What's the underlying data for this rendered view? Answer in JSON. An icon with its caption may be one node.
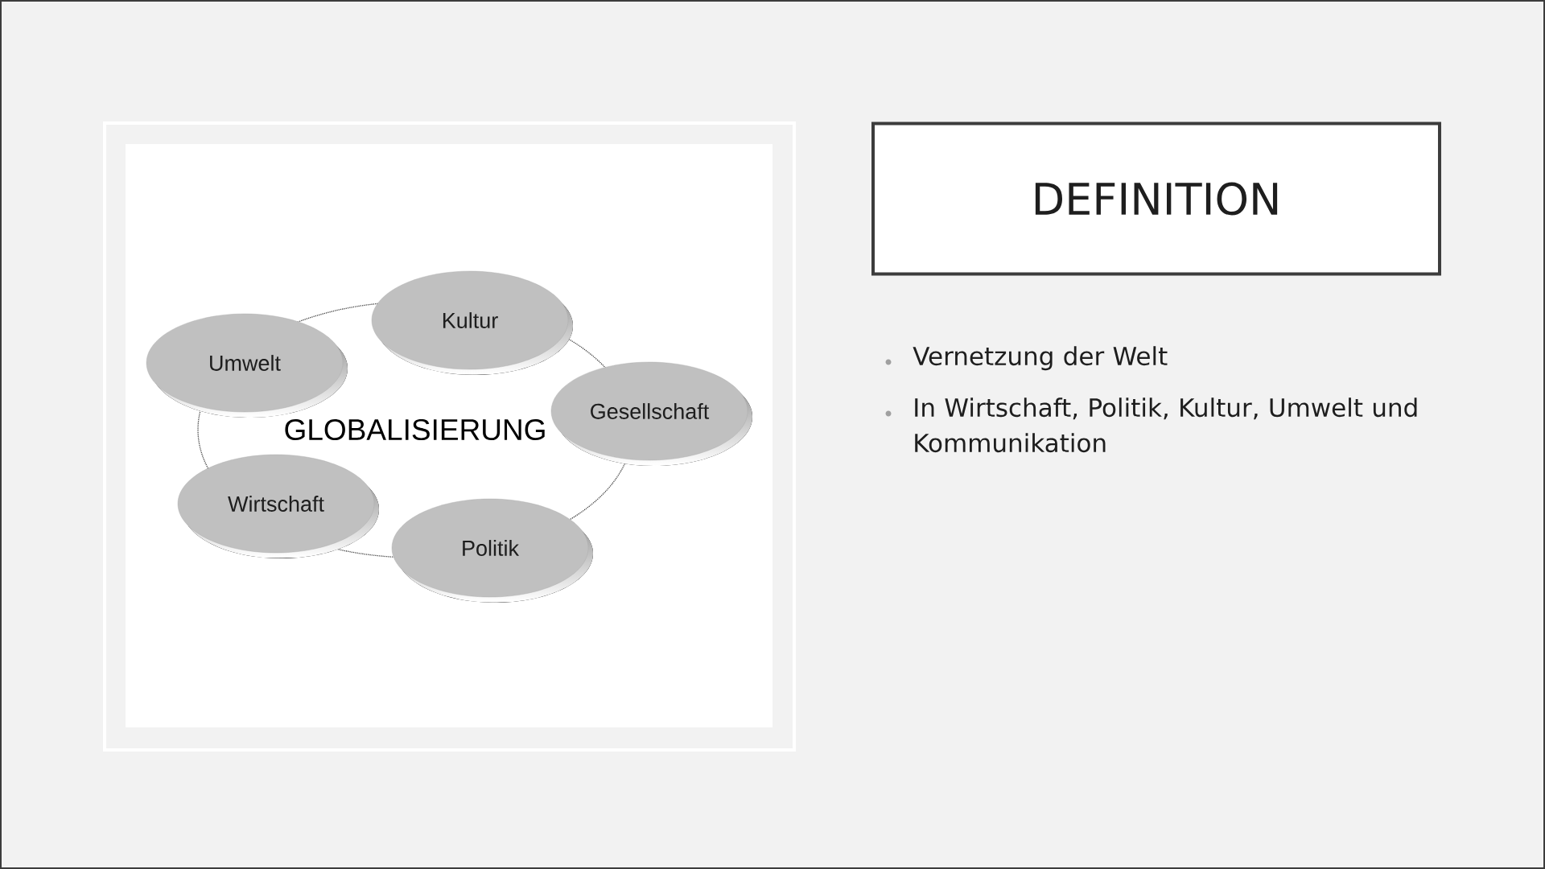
{
  "diagram": {
    "title": "DEFINITION",
    "nodes": [
      {
        "text": [
          "GLOBALISIERUNG"
        ]
      },
      {
        "text": [
          "Umwelt"
        ]
      },
      {
        "text": [
          "Kultur"
        ]
      },
      {
        "text": [
          "Gesellschaft"
        ]
      },
      {
        "text": [
          "Wirtschaft"
        ]
      },
      {
        "text": [
          "Politik"
        ]
      }
    ],
    "labels": [
      "Vernetzung der Welt",
      "In Wirtschaft, Politik, Kultur, Umwelt und Kommunikation"
    ]
  }
}
